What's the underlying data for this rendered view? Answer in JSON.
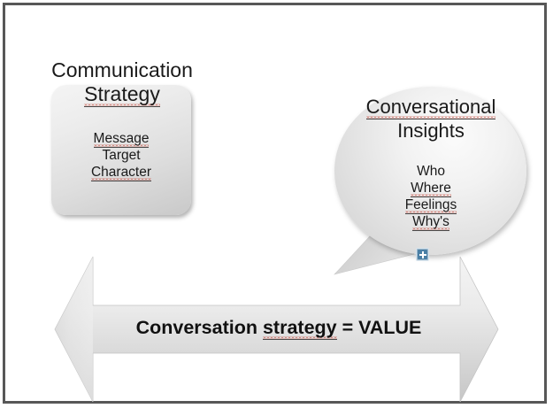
{
  "slide": {
    "border_color": "#575757",
    "background": "#ffffff"
  },
  "strategy_box": {
    "name": "Communication Strategy",
    "title_line1": "Communication",
    "title_line2": "Strategy",
    "items": [
      "Message",
      "Target",
      "Character"
    ],
    "fill_light": "#f4f4f4",
    "fill_dark": "#c9c9c9"
  },
  "insights_bubble": {
    "name": "Conversational Insights",
    "title_line1": "Conversational",
    "title_line2": "Insights",
    "items": [
      "Who",
      "Where",
      "Feelings",
      "Why's"
    ],
    "fill_light": "#fbfbfb",
    "fill_dark": "#cfcfcf"
  },
  "expand_badge": {
    "icon": "plus-icon",
    "label": "+",
    "color": "#4a7fa5"
  },
  "value_arrow": {
    "name": "bidirectional-arrow",
    "label": "Conversation strategy = VALUE",
    "label_part1": "Conversation ",
    "label_part2": "strategy",
    "label_part3": " = VALUE",
    "fill_light": "#efefef",
    "fill_dark": "#cdcdcd"
  },
  "spellcheck": {
    "color": "#c0392b",
    "misspelled": [
      "Strategy",
      "Message",
      "Character",
      "Conversational",
      "Where",
      "Feelings",
      "Why's",
      "strategy"
    ]
  }
}
